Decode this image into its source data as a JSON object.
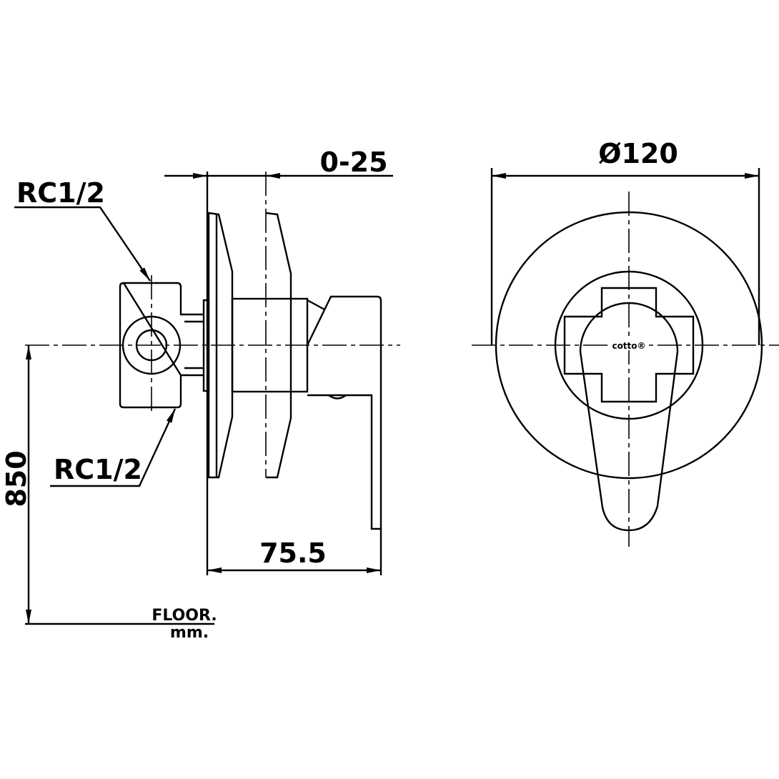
{
  "drawing": {
    "labels": {
      "inlet_top": "RC1/2",
      "inlet_bottom": "RC1/2",
      "adjust_range": "0-25",
      "diameter": "Ø120",
      "depth": "75.5",
      "height": "850",
      "floor": "FLOOR.",
      "unit": "mm."
    },
    "logo": "cotto®"
  }
}
